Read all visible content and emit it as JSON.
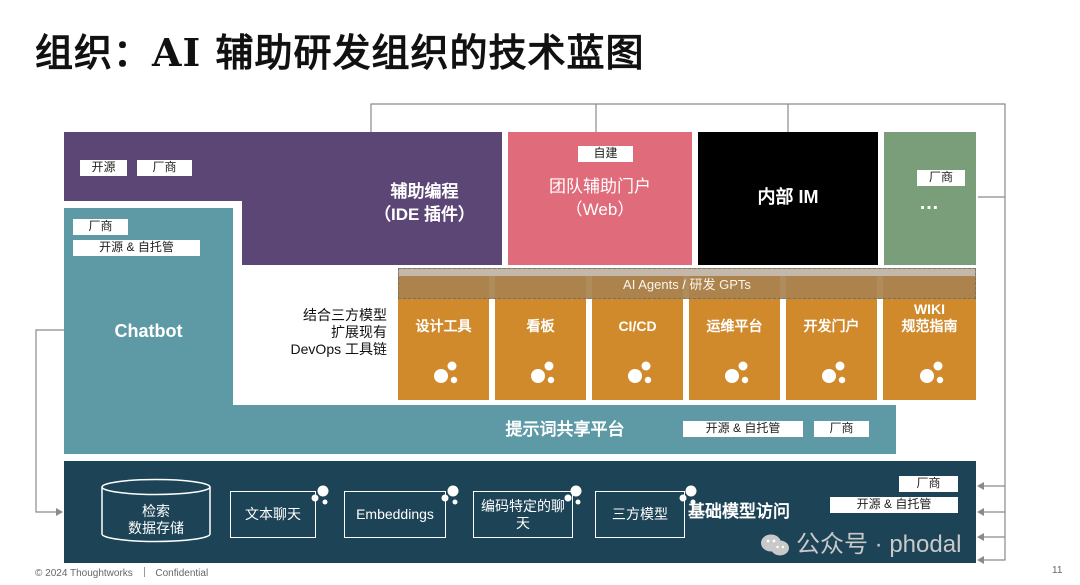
{
  "title": "组织：AI 辅助研发组织的技术蓝图",
  "footer": {
    "copyright": "© 2024 Thoughtworks",
    "confidential": "Confidential",
    "page": "11"
  },
  "watermark": {
    "text": "公众号 · phodal"
  },
  "ide_block": {
    "title": "辅助编程",
    "subtitle": "（IDE 插件）",
    "tags": [
      "开源",
      "厂商"
    ],
    "color": "#5b4676"
  },
  "portal_block": {
    "tag": "自建",
    "title": "团队辅助门户",
    "subtitle": "（Web）",
    "color": "#e06b7b"
  },
  "im_block": {
    "title": "内部 IM",
    "color": "#000000"
  },
  "more_block": {
    "tag": "厂商",
    "title": "…",
    "color": "#7a9e79"
  },
  "chatbot_block": {
    "title": "Chatbot",
    "tags": [
      "厂商",
      "开源 & 自托管"
    ],
    "color": "#5d9aa6"
  },
  "devops": {
    "lines": [
      "结合三方模型",
      "扩展现有",
      "DevOps 工具链"
    ],
    "agents_label": "AI Agents / 研发 GPTs",
    "tools": [
      {
        "name": "设计工具"
      },
      {
        "name": "看板"
      },
      {
        "name": "CI/CD"
      },
      {
        "name": "运维平台"
      },
      {
        "name": "开发门户"
      },
      {
        "name": "WIKI",
        "name2": "规范指南"
      }
    ],
    "color": "#d08a2c"
  },
  "prompt_platform": {
    "title": "提示词共享平台",
    "tags": [
      "开源 & 自托管",
      "厂商"
    ]
  },
  "foundation": {
    "title": "基础模型访问",
    "tags": [
      "厂商",
      "开源 & 自托管"
    ],
    "db_line1": "检索",
    "db_line2": "数据存储",
    "boxes": [
      {
        "label": "文本聊天"
      },
      {
        "label": "Embeddings"
      },
      {
        "label": "编码特定的聊天"
      },
      {
        "label": "三方模型"
      }
    ],
    "color": "#1c4356"
  }
}
